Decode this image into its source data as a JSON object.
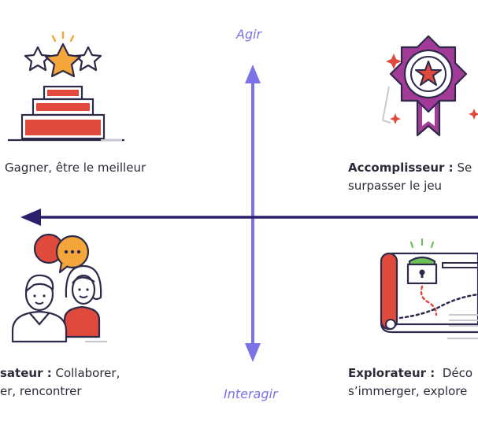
{
  "axes": {
    "top": "Agir",
    "bottom": "Interagir",
    "vertical_color": "#7b72e6",
    "horizontal_color": "#2d1f6b"
  },
  "quadrants": {
    "top_left": {
      "text": "Gagner, être le meilleur",
      "icon": "trophy-podium-icon"
    },
    "top_right": {
      "title": "Accomplisseur :",
      "line1_rest": " Se",
      "line2": "surpasser le jeu",
      "icon": "medal-badge-icon"
    },
    "bottom_left": {
      "title": "sateur :",
      "line1_rest": " Collaborer,",
      "line2": "er, rencontrer",
      "icon": "two-people-chat-icon"
    },
    "bottom_right": {
      "title": "Explorateur :",
      "line1_rest": "  Déco",
      "line2": "s’immerger, explore",
      "icon": "treasure-map-icon"
    }
  },
  "colors": {
    "red": "#e04a3c",
    "purple": "#a23b97",
    "orange": "#f4a63a",
    "navy": "#2d2a4a",
    "green": "#6cbf5a"
  }
}
